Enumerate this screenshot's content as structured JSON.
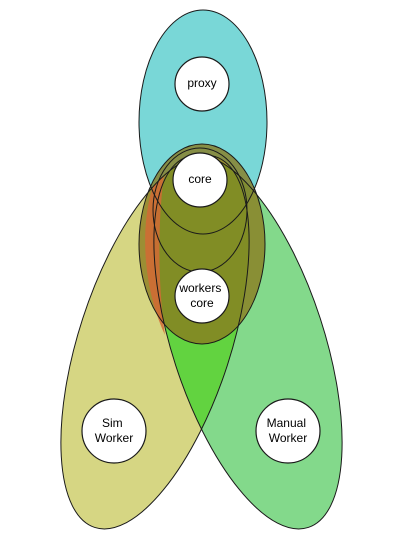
{
  "colors": {
    "proxy_region": "#4cc9c9",
    "sim_region": "#c8c85a",
    "manual_region": "#4fc95a",
    "core_region": "#8a7a1e",
    "overlap_orange": "#d26a35",
    "overlap_green": "#5ed43a",
    "node_fill": "#ffffff",
    "stroke": "#1a1a1a"
  },
  "nodes": {
    "proxy": {
      "label": [
        "proxy"
      ]
    },
    "core": {
      "label": [
        "core"
      ]
    },
    "workers_core": {
      "label": [
        "workers",
        "core"
      ]
    },
    "sim_worker": {
      "label": [
        "Sim",
        "Worker"
      ]
    },
    "manual_worker": {
      "label": [
        "Manual",
        "Worker"
      ]
    }
  }
}
